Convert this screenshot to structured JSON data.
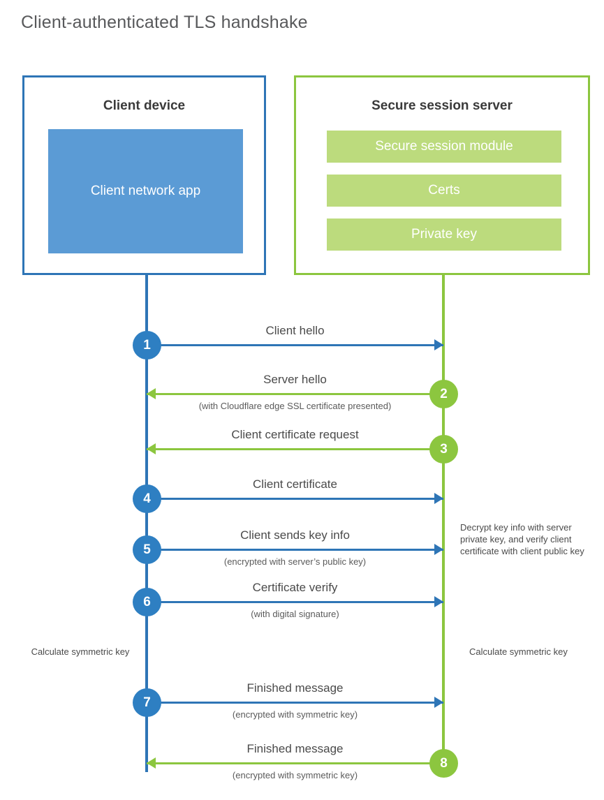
{
  "title": "Client-authenticated TLS handshake",
  "colors": {
    "client_blue": "#2e75b6",
    "client_circle_blue": "#2e7fc2",
    "client_app_fill": "#5b9bd5",
    "server_green": "#8cc63f",
    "server_bar_fill": "#bcdb7d",
    "text_gray": "#4a4a4a",
    "background": "#ffffff"
  },
  "client": {
    "title": "Client device",
    "app_label": "Client network app"
  },
  "server": {
    "title": "Secure session server",
    "components": [
      {
        "label": "Secure session module"
      },
      {
        "label": "Certs"
      },
      {
        "label": "Private key"
      }
    ]
  },
  "steps": [
    {
      "number": "1",
      "label": "Client hello",
      "sub": "",
      "direction": "client-to-server",
      "color": "blue"
    },
    {
      "number": "2",
      "label": "Server hello",
      "sub": "(with Cloudflare edge SSL certificate presented)",
      "direction": "server-to-client",
      "color": "green"
    },
    {
      "number": "3",
      "label": "Client certificate request",
      "sub": "",
      "direction": "server-to-client",
      "color": "green"
    },
    {
      "number": "4",
      "label": "Client certificate",
      "sub": "",
      "direction": "client-to-server",
      "color": "blue"
    },
    {
      "number": "5",
      "label": "Client sends key info",
      "sub": "(encrypted with server’s public key)",
      "direction": "client-to-server",
      "color": "blue"
    },
    {
      "number": "6",
      "label": "Certificate verify",
      "sub": "(with digital signature)",
      "direction": "client-to-server",
      "color": "blue"
    },
    {
      "number": "7",
      "label": "Finished message",
      "sub": "(encrypted with symmetric key)",
      "direction": "client-to-server",
      "color": "blue"
    },
    {
      "number": "8",
      "label": "Finished message",
      "sub": "(encrypted with symmetric key)",
      "direction": "server-to-client",
      "color": "green"
    }
  ],
  "notes": {
    "decrypt": "Decrypt key info with server private key, and verify client certificate with client public key",
    "calculate_client": "Calculate symmetric key",
    "calculate_server": "Calculate symmetric key"
  }
}
